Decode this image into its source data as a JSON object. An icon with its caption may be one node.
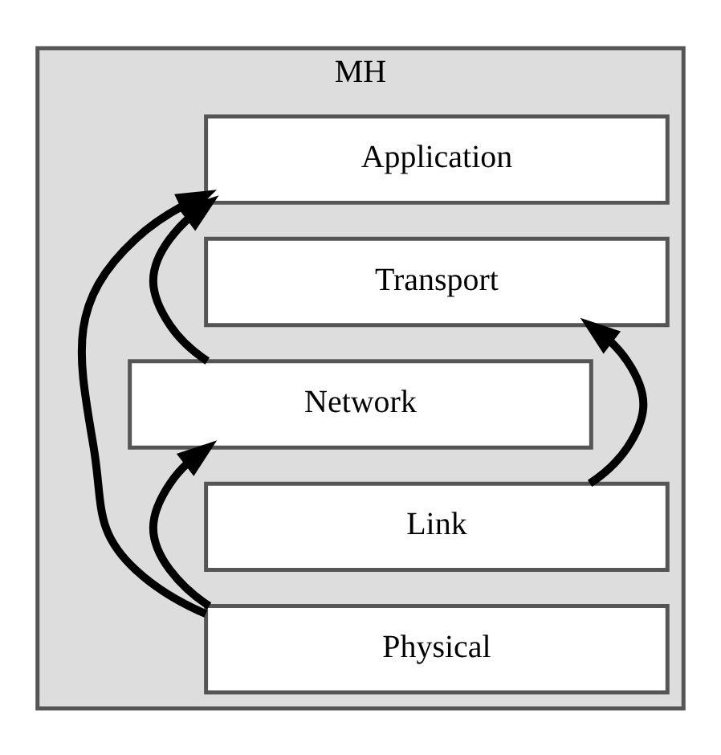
{
  "diagram": {
    "nodes": [
      {
        "text": [
          "MH"
        ]
      },
      {
        "text": [
          "Application"
        ],
        "in": 0
      },
      {
        "text": [
          "Transport"
        ],
        "in": 0
      },
      {
        "text": [
          "Network"
        ],
        "in": 0
      },
      {
        "text": [
          "Link"
        ],
        "in": 0
      },
      {
        "text": [
          "Physical"
        ],
        "in": 0
      }
    ],
    "edges": [
      {
        "from": 5,
        "to": 3,
        "arrow": "to"
      },
      {
        "from": 4,
        "to": 2,
        "arrow": "to"
      },
      {
        "from": 3,
        "to": 1,
        "arrow": "to"
      },
      {
        "from": 5,
        "to": 1,
        "arrow": "to"
      }
    ]
  }
}
